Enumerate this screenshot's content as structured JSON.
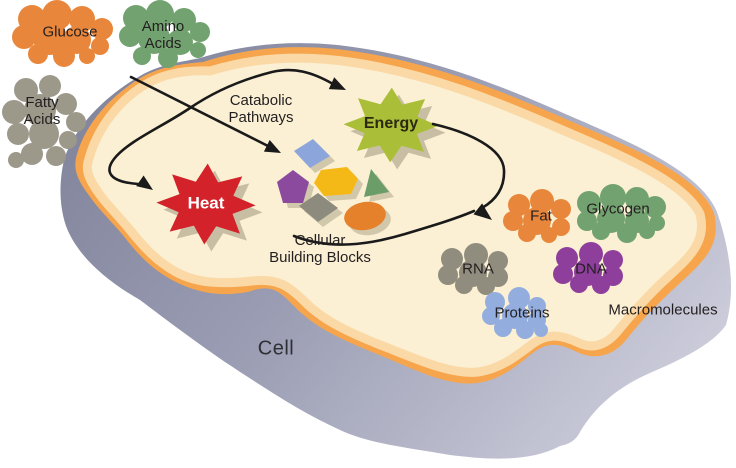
{
  "diagram": {
    "inputs": [
      {
        "name": "glucose",
        "label": "Glucose",
        "color": "#E8873B"
      },
      {
        "name": "amino-acids",
        "label": "Amino\nAcids",
        "color": "#72A26F"
      },
      {
        "name": "fatty-acids",
        "label": "Fatty\nAcids",
        "color": "#9C998B"
      }
    ],
    "pathway_label": "Catabolic\nPathways",
    "energy": {
      "label": "Energy",
      "color": "#ABBE38",
      "text_color": "#2B2912"
    },
    "heat": {
      "label": "Heat",
      "color": "#D3222A",
      "text_color": "#FFFFFF"
    },
    "building_blocks": {
      "label": "Cellular\nBuilding Blocks",
      "shapes": [
        {
          "name": "diamond",
          "color": "#8CA6DB"
        },
        {
          "name": "pentagon",
          "color": "#8B4A9E"
        },
        {
          "name": "hexagon",
          "color": "#F5B917"
        },
        {
          "name": "triangle",
          "color": "#6A9D67"
        },
        {
          "name": "parallelogram",
          "color": "#8D8B7D"
        },
        {
          "name": "ellipse",
          "color": "#E5812B"
        }
      ]
    },
    "macromolecules": {
      "label": "Macromolecules",
      "items": [
        {
          "name": "fat",
          "label": "Fat",
          "color": "#E8873B"
        },
        {
          "name": "glycogen",
          "label": "Glycogen",
          "color": "#72A26F"
        },
        {
          "name": "rna",
          "label": "RNA",
          "color": "#908D7F"
        },
        {
          "name": "dna",
          "label": "DNA",
          "color": "#8E3F9C"
        },
        {
          "name": "proteins",
          "label": "Proteins",
          "color": "#93AEDE"
        }
      ]
    },
    "cell": {
      "label": "Cell",
      "surface_color": "#FBF0D4",
      "inner_glow_color": "#FBD9A6",
      "membrane_color": "#F6A54C",
      "side_color_dark": "#83869D",
      "side_color_light": "#CECEDC"
    },
    "arrow_color": "#1A1A1A"
  }
}
